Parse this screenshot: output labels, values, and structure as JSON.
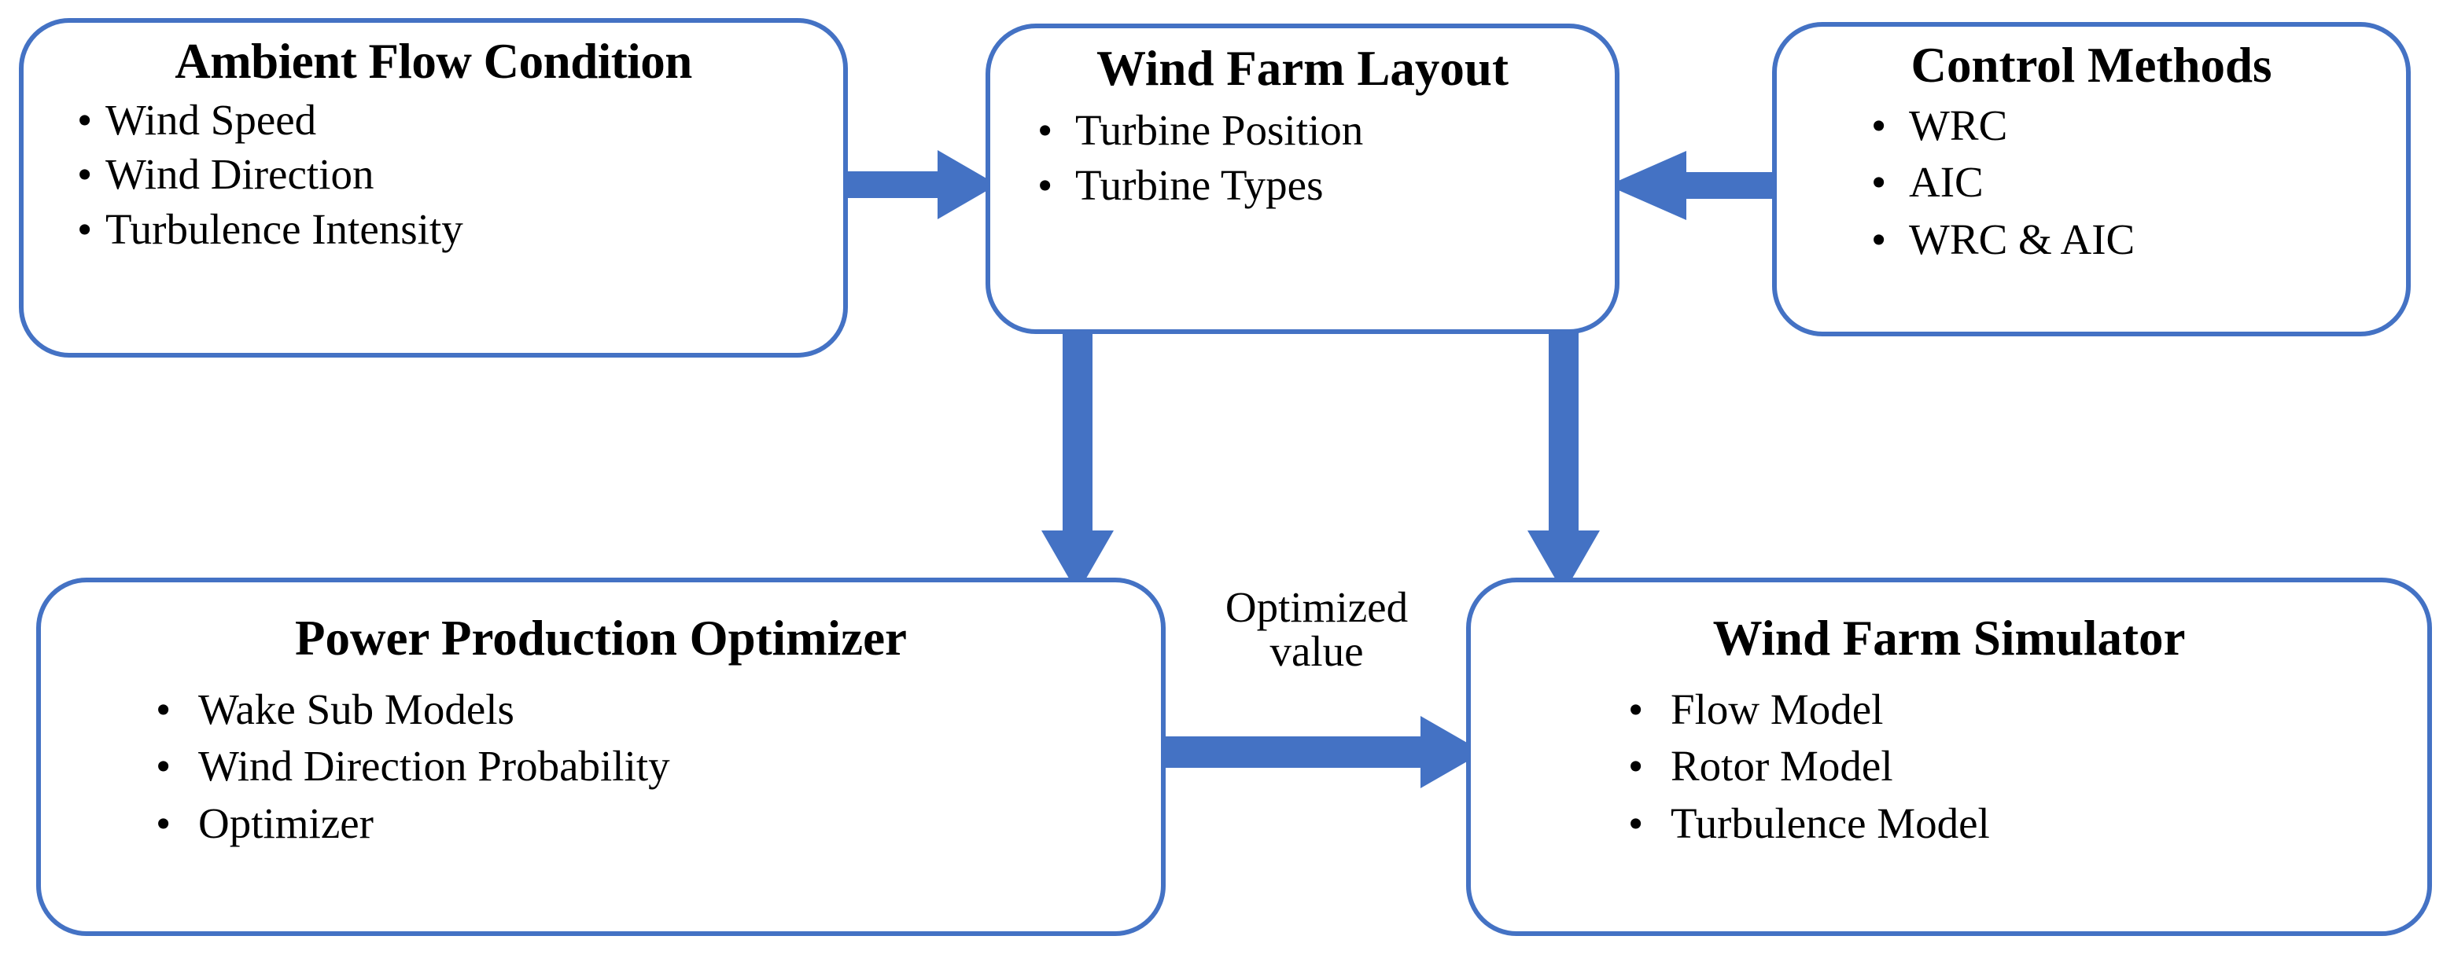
{
  "theme": {
    "box_border_color": "#4472C4",
    "arrow_color": "#4472C4",
    "text_color": "#000000",
    "background": "#FFFFFF"
  },
  "diagram": {
    "type": "block-flow-diagram",
    "nodes": [
      {
        "id": "ambient-flow-condition",
        "title": "Ambient Flow Condition",
        "bullets": [
          "Wind Speed",
          "Wind Direction",
          "Turbulence Intensity"
        ]
      },
      {
        "id": "wind-farm-layout",
        "title": "Wind Farm Layout",
        "bullets": [
          "Turbine Position",
          "Turbine Types"
        ]
      },
      {
        "id": "control-methods",
        "title": "Control Methods",
        "bullets": [
          "WRC",
          "AIC",
          "WRC & AIC"
        ]
      },
      {
        "id": "power-production-optimizer",
        "title": "Power Production Optimizer",
        "bullets": [
          "Wake Sub Models",
          "Wind Direction Probability",
          "Optimizer"
        ]
      },
      {
        "id": "wind-farm-simulator",
        "title": "Wind  Farm Simulator",
        "bullets": [
          "Flow Model",
          "Rotor Model",
          "Turbulence Model"
        ]
      }
    ],
    "edges": [
      {
        "id": "ambient-to-layout",
        "from": "ambient-flow-condition",
        "to": "wind-farm-layout",
        "direction": "right",
        "label": ""
      },
      {
        "id": "control-to-layout",
        "from": "control-methods",
        "to": "wind-farm-layout",
        "direction": "left",
        "label": ""
      },
      {
        "id": "layout-to-optimizer",
        "from": "wind-farm-layout",
        "to": "power-production-optimizer",
        "direction": "down",
        "label": ""
      },
      {
        "id": "layout-to-simulator",
        "from": "wind-farm-layout",
        "to": "wind-farm-simulator",
        "direction": "down",
        "label": ""
      },
      {
        "id": "optimizer-to-simulator",
        "from": "power-production-optimizer",
        "to": "wind-farm-simulator",
        "direction": "right",
        "label": "Optimized value"
      }
    ],
    "edge_label": {
      "line1": "Optimized",
      "line2": "value"
    },
    "bullet_glyph": "•"
  }
}
